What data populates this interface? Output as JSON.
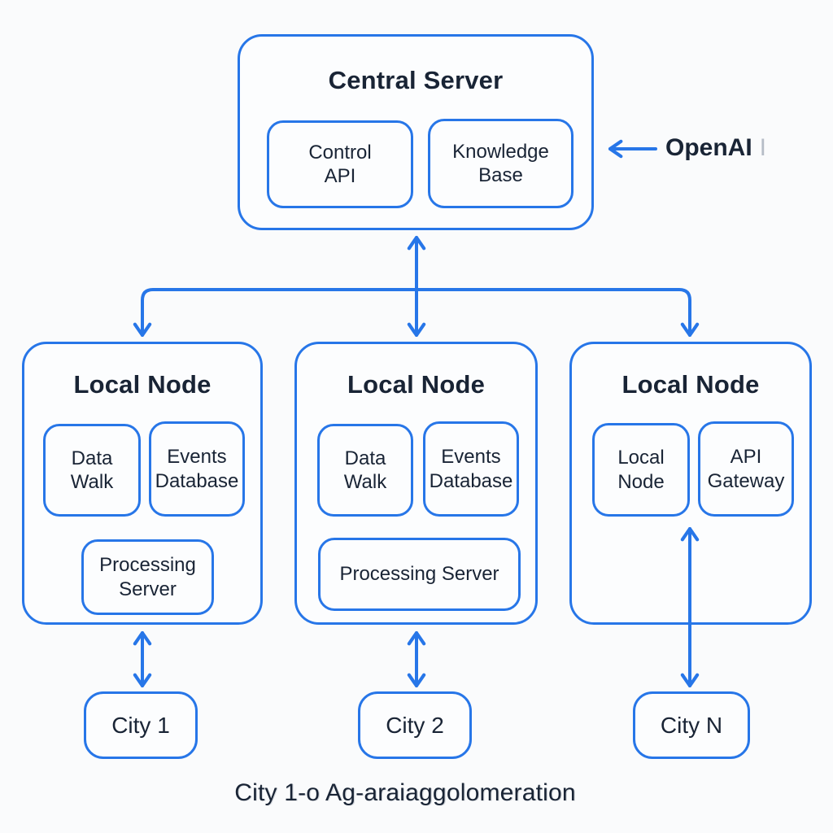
{
  "colors": {
    "accent": "#2776e8",
    "text": "#192435",
    "bg": "#fafbfc",
    "box-bg": "#fcfdfe",
    "muted": "#b6bdc7"
  },
  "central_server": {
    "title": "Central Server",
    "modules": [
      {
        "label": "Control API"
      },
      {
        "label": "Knowledge Base"
      }
    ]
  },
  "external": {
    "label": "OpenAI",
    "cursor": "I"
  },
  "local_nodes": [
    {
      "title": "Local Node",
      "modules": [
        {
          "label": "Data Walk"
        },
        {
          "label": "Events Database"
        }
      ],
      "wide_module": {
        "label": "Processing Server"
      }
    },
    {
      "title": "Local Node",
      "modules": [
        {
          "label": "Data Walk"
        },
        {
          "label": "Events Database"
        }
      ],
      "wide_module": {
        "label": "Processing Server"
      }
    },
    {
      "title": "Local Node",
      "modules": [
        {
          "label": "Local Node"
        },
        {
          "label": "API Gateway"
        }
      ]
    }
  ],
  "cities": [
    {
      "label": "City 1"
    },
    {
      "label": "City 2"
    },
    {
      "label": "City N"
    }
  ],
  "caption": "City 1-o Ag-araiaggolomeration"
}
